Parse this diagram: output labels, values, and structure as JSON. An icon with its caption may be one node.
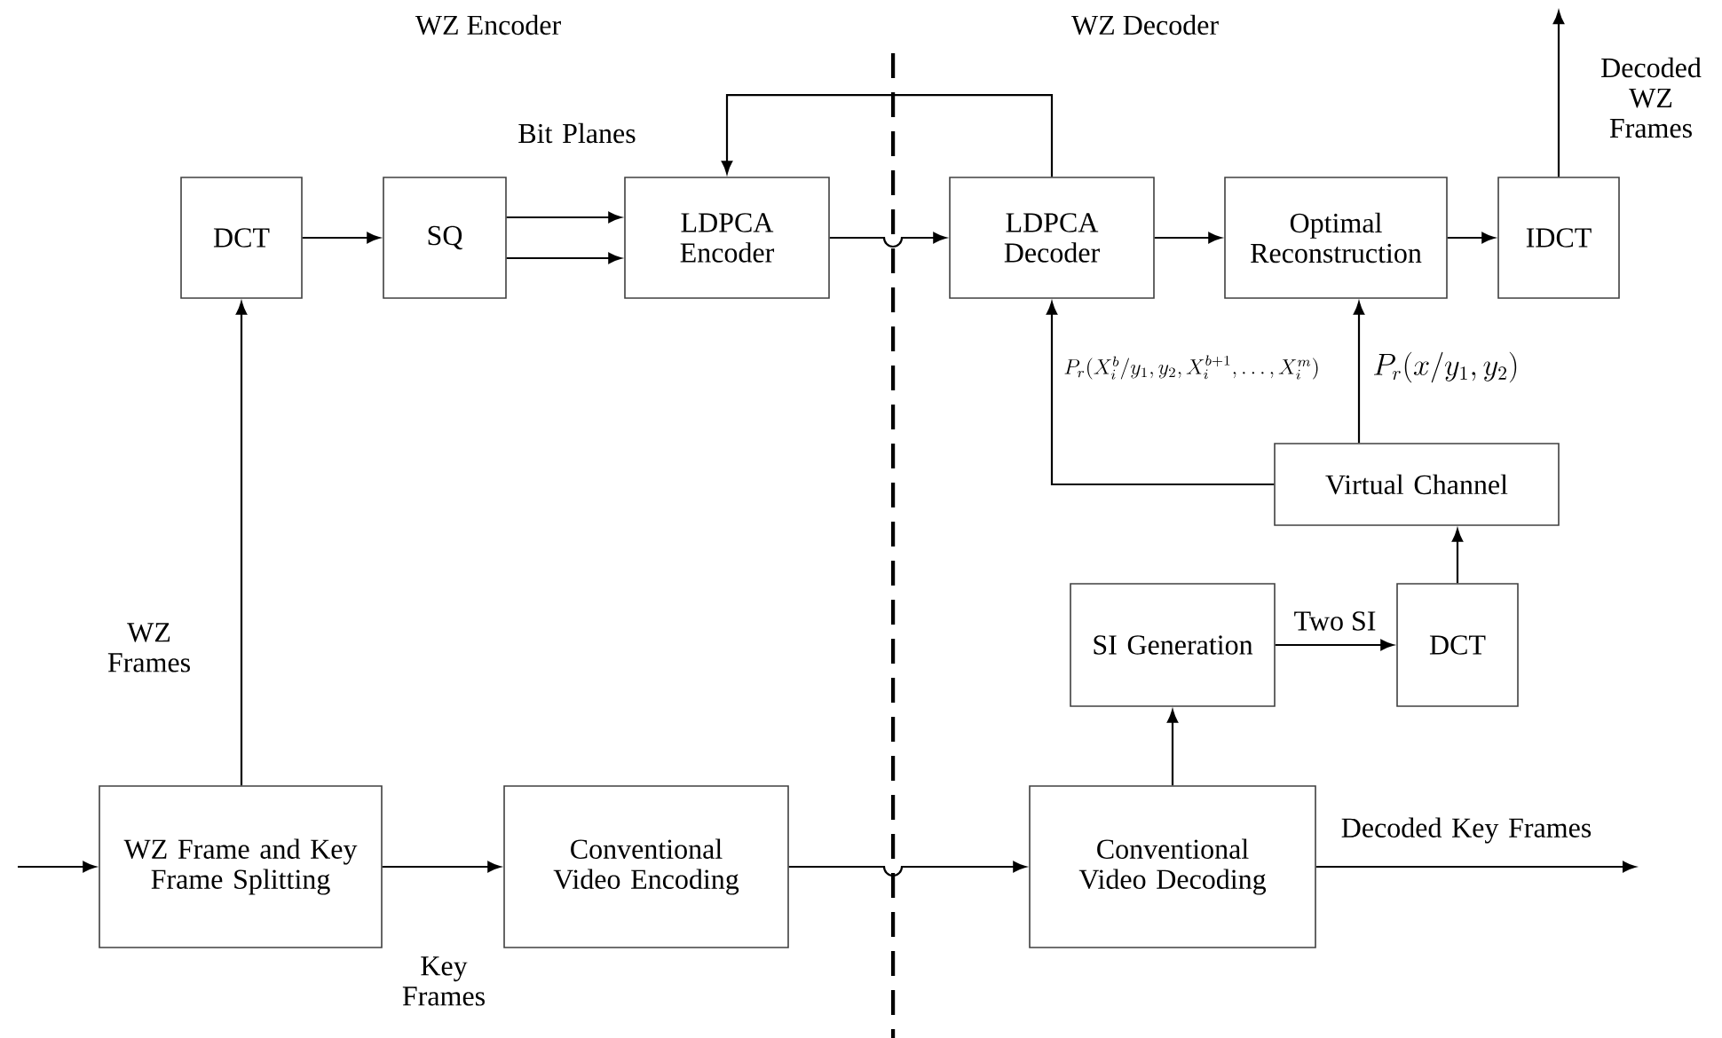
{
  "diagram": {
    "nodes": [
      {
        "text": [
          "DCT"
        ]
      },
      {
        "text": [
          "SQ"
        ]
      },
      {
        "text": [
          "LDPCA Encoder"
        ]
      },
      {
        "text": [
          "LDPCA Decoder"
        ]
      },
      {
        "text": [
          "Optimal Reconstruction"
        ]
      },
      {
        "text": [
          "IDCT"
        ]
      },
      {
        "text": [
          "Virtual Channel"
        ]
      },
      {
        "text": [
          "SI Generation"
        ]
      },
      {
        "text": [
          "DCT"
        ]
      },
      {
        "text": [
          "WZ Frame and Key Frame Splitting"
        ]
      },
      {
        "text": [
          "Conventional Video Encoding"
        ]
      },
      {
        "text": [
          "Conventional Video Decoding"
        ]
      }
    ],
    "edges": [
      {
        "from": null,
        "to": 9,
        "arrow": "to"
      },
      {
        "from": 9,
        "to": 0,
        "arrow": "to",
        "label": "WZ Frames"
      },
      {
        "from": 0,
        "to": 1,
        "arrow": "to"
      },
      {
        "from": 1,
        "to": 2,
        "arrow": "to",
        "label": "Bit Planes"
      },
      {
        "from": 1,
        "to": 2,
        "arrow": "to"
      },
      {
        "from": 2,
        "to": 3,
        "arrow": "to"
      },
      {
        "from": 3,
        "to": 2,
        "arrow": "to"
      },
      {
        "from": 3,
        "to": 4,
        "arrow": "to"
      },
      {
        "from": 4,
        "to": 5,
        "arrow": "to"
      },
      {
        "from": 5,
        "to": null,
        "arrow": "to",
        "label": "Decoded WZ Frames"
      },
      {
        "from": 6,
        "to": 3,
        "arrow": "to",
        "label": "P_r(X_i^b / y_1,y_2,X_i^{b+1},\\ldots,X_i^m)"
      },
      {
        "from": 6,
        "to": 4,
        "arrow": "to",
        "label": "P_r(x / y_1, y_2)"
      },
      {
        "from": 8,
        "to": 6,
        "arrow": "to"
      },
      {
        "from": 7,
        "to": 8,
        "arrow": "to",
        "label": "Two SI"
      },
      {
        "from": 11,
        "to": 7,
        "arrow": "to"
      },
      {
        "from": 9,
        "to": 10,
        "arrow": "to",
        "label": "Key Frames"
      },
      {
        "from": 10,
        "to": 11,
        "arrow": "to"
      },
      {
        "from": 11,
        "to": null,
        "arrow": "to",
        "label": "Decoded Key Frames"
      }
    ],
    "labels": [
      "WZ Encoder",
      "WZ Decoder"
    ]
  }
}
